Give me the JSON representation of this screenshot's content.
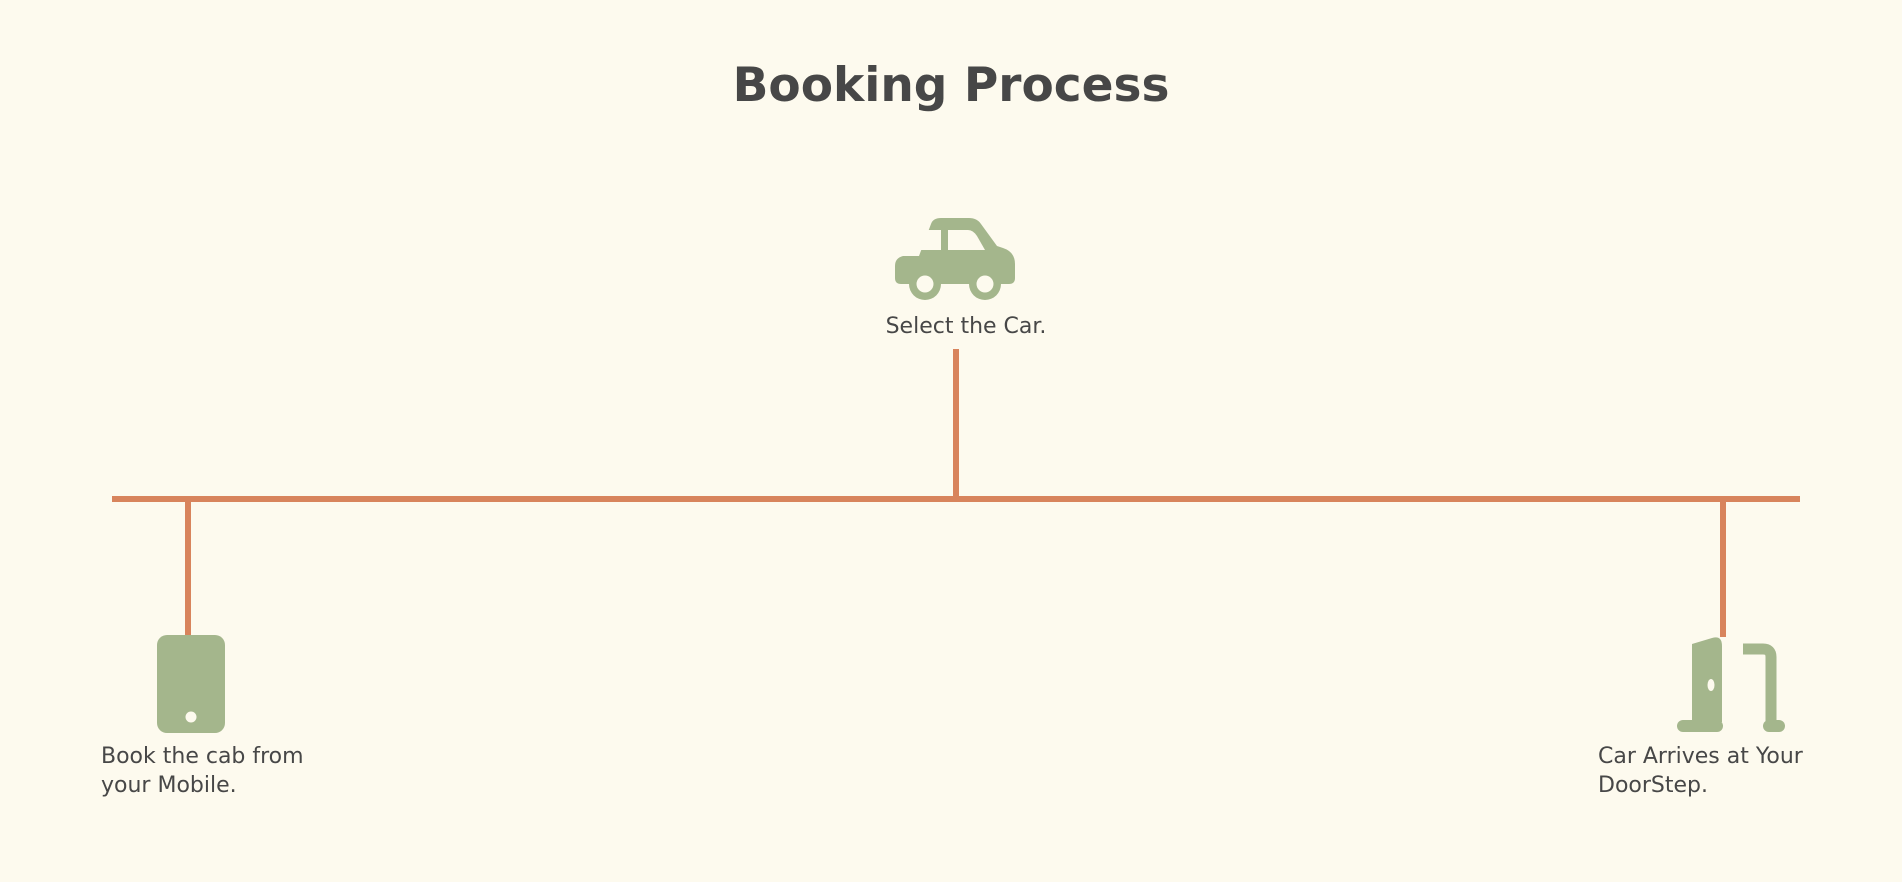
{
  "title": "Booking Process",
  "colors": {
    "background": "#fdfaee",
    "line": "#d8845c",
    "icon": "#a4b68c",
    "text": "#474747"
  },
  "steps": [
    {
      "label": "Book the cab from your Mobile.",
      "icon": "mobile-phone-icon"
    },
    {
      "label": "Select the Car.",
      "icon": "car-icon"
    },
    {
      "label": "Car Arrives at Your DoorStep.",
      "icon": "door-open-icon"
    }
  ]
}
